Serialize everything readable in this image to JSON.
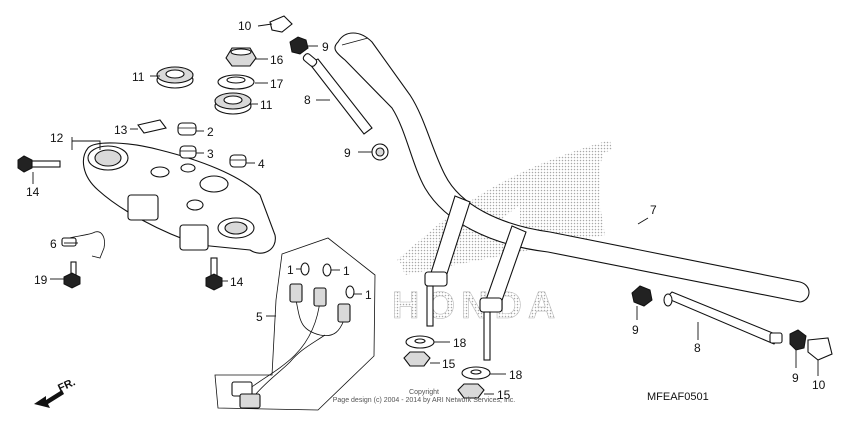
{
  "callouts": {
    "c1a": "1",
    "c1b": "1",
    "c1c": "1",
    "c2": "2",
    "c3": "3",
    "c4": "4",
    "c5": "5",
    "c6": "6",
    "c7": "7",
    "c8a": "8",
    "c8b": "8",
    "c9a": "9",
    "c9b": "9",
    "c9c": "9",
    "c9d": "9",
    "c10a": "10",
    "c10b": "10",
    "c11a": "11",
    "c11b": "11",
    "c12": "12",
    "c13": "13",
    "c14a": "14",
    "c14b": "14",
    "c15a": "15",
    "c15b": "15",
    "c16": "16",
    "c17": "17",
    "c18a": "18",
    "c18b": "18",
    "c19": "19"
  },
  "watermark": {
    "brand": "HONDA"
  },
  "copyright": {
    "line1": "Copyright",
    "line2": "Page design (c) 2004 - 2014 by ARI Network Services, Inc."
  },
  "diagram_code": "MFEAF0501",
  "direction_label": "FR.",
  "colors": {
    "ink": "#111111",
    "watermark": "#bdbdbd"
  }
}
